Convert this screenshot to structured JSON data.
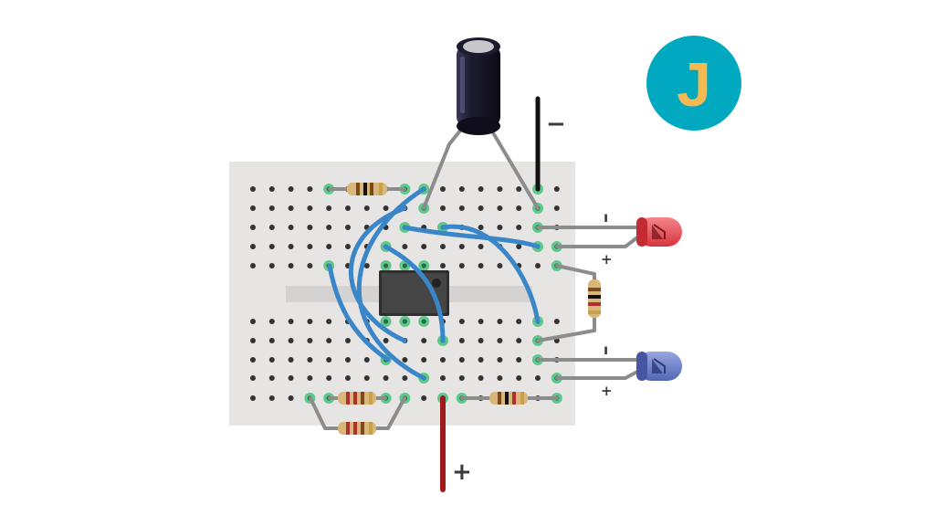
{
  "badge": {
    "letter": "J",
    "bg": "#00a8c0",
    "fg": "#f5b94f"
  },
  "labels": {
    "minus": "−",
    "plus": "+",
    "led_cathode": "ı",
    "led_anode": "+"
  },
  "colors": {
    "board": "#e6e5e4",
    "hole": "#333333",
    "hole_active": "#5ec98b",
    "wire_blue": "#3b86c8",
    "wire_gray": "#8c8c8c",
    "wire_black": "#111111",
    "wire_red": "#9e1b1b",
    "led_red": "#e8484f",
    "led_blue": "#6b7fc8",
    "chip": "#3d3d3d",
    "capacitor": "#1c1a2e"
  },
  "components": [
    "capacitor",
    "ic-chip",
    "resistor",
    "resistor",
    "resistor",
    "resistor",
    "resistor",
    "led-red",
    "led-blue",
    "ground-lead",
    "power-lead"
  ]
}
